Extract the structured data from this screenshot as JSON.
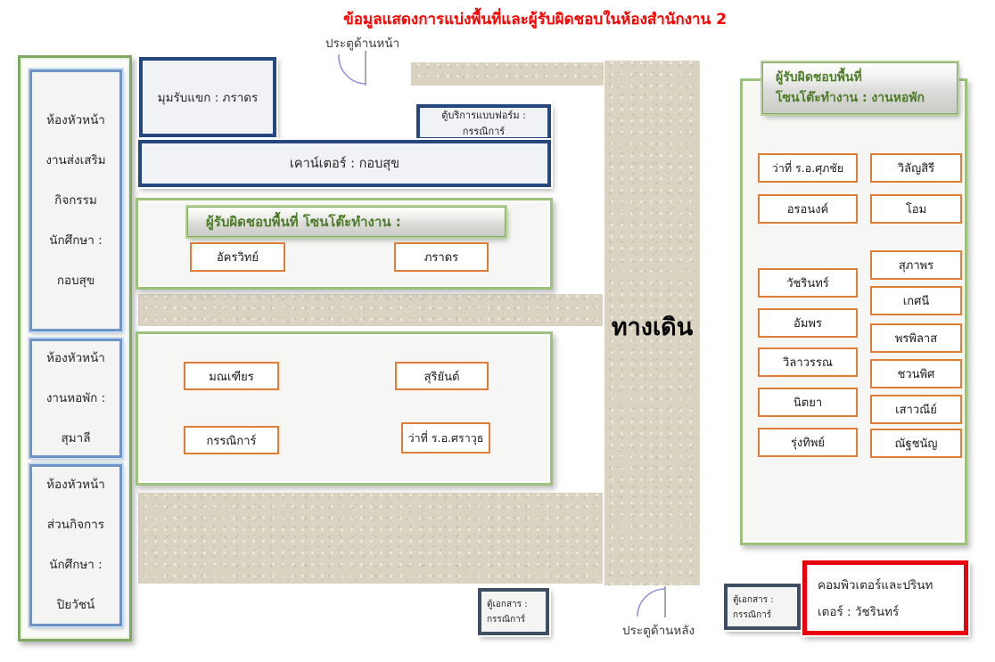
{
  "title": "ข้อมูลแสดงการแบ่งพื้นที่และผู้รับผิดชอบในห้องสำนักงาน 2",
  "front_door_label": "ประตูด้านหน้า",
  "back_door_label": "ประตูด้านหลัง",
  "corridor_label": "ทางเดิน",
  "left_rooms": [
    {
      "lines": [
        "ห้องหัวหน้า",
        "งานส่งเสริม",
        "กิจกรรม",
        "นักศึกษา :",
        "กอบสุข"
      ]
    },
    {
      "lines": [
        "ห้องหัวหน้า",
        "งานหอพัก :",
        "สุมาลี"
      ]
    },
    {
      "lines": [
        "ห้องหัวหน้า",
        "ส่วนกิจการ",
        "นักศึกษา :",
        "ปิยวัชน์"
      ]
    }
  ],
  "reception_label": "มุมรับแขก : ภราดร",
  "form_cabinet_label": "ตู้บริการแบบฟอร์ม : กรรณิการ์",
  "counter_label": "เคาน์เตอร์ : กอบสุข",
  "desk_zone": {
    "header": "ผู้รับผิดชอบพื้นที่ โซนโต๊ะทำงาน :",
    "row1_names": [
      "อัครวิทย์",
      "ภราดร"
    ],
    "row2_names": [
      "มณเฑียร",
      "สุริยันต์",
      "กรรณิการ์",
      "ว่าที่ ร.อ.ศราวุธ"
    ]
  },
  "dorm_zone": {
    "header_line1": "ผู้รับผิดชอบพื้นที่",
    "header_line2": "โซนโต๊ะทำงาน : งานหอพัก",
    "left_names": [
      "ว่าที่ ร.อ.ศุภชัย",
      "อรอนงค์",
      "วัชรินทร์",
      "อัมพร",
      "วิลาวรรณ",
      "นิตยา",
      "รุ่งทิพย์"
    ],
    "right_names": [
      "วิลัญสิรี",
      "โอม",
      "สุภาพร",
      "เกศนี",
      "พรพิลาส",
      "ชวนพิศ",
      "เสาวณีย์",
      "ณัฐชนัญ"
    ]
  },
  "doc_cabinet_mid": {
    "line1": "ตู้เอกสาร :",
    "line2": "กรรณิการ์"
  },
  "doc_cabinet_right": {
    "line1": "ตู้เอกสาร :",
    "line2": "กรรณิการ์"
  },
  "computer_printer": {
    "line1": "คอมพิวเตอร์และปรินท",
    "line2": "เตอร์ : วัชรินทร์"
  },
  "colors": {
    "title_red": "#FF0000",
    "navy_border": "#26477D",
    "slate_border": "#3E4E63",
    "green_border": "#9CC27E",
    "green_text": "#4E7B28",
    "orange_border": "#E07E38",
    "red_border": "#E8000D",
    "floor_beige": "#DBD3C1",
    "door_arc": "#9593DB"
  }
}
